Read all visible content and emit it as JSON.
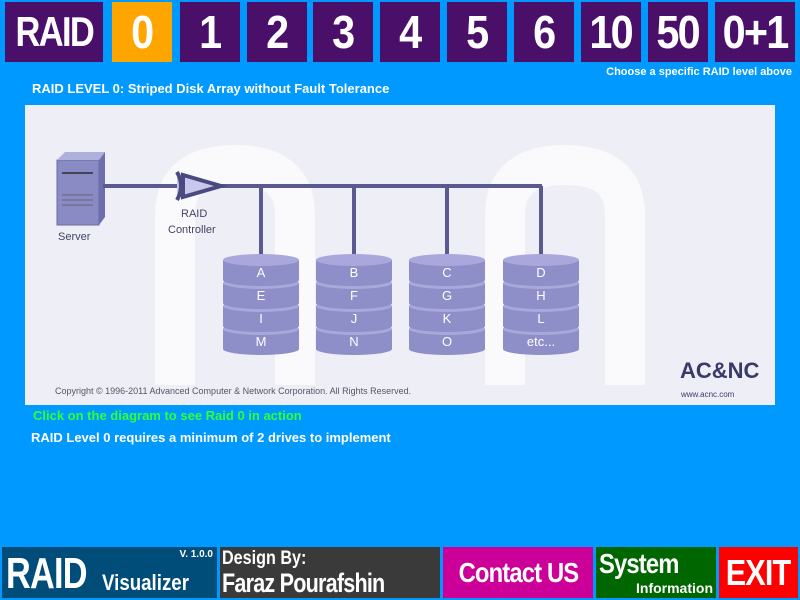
{
  "levels": {
    "title": "RAID",
    "items": [
      "0",
      "1",
      "2",
      "3",
      "4",
      "5",
      "6",
      "10",
      "50",
      "0+1"
    ],
    "selected": "0"
  },
  "hint": "Choose a specific RAID level above",
  "page_title": "RAID LEVEL 0:  Striped Disk Array without Fault Tolerance",
  "diagram": {
    "server_label": "Server",
    "controller_label_1": "RAID",
    "controller_label_2": "Controller",
    "disks": [
      [
        "A",
        "E",
        "I",
        "M"
      ],
      [
        "B",
        "F",
        "J",
        "N"
      ],
      [
        "C",
        "G",
        "K",
        "O"
      ],
      [
        "D",
        "H",
        "L",
        "etc..."
      ]
    ],
    "copyright": "Copyright © 1996-2011 Advanced Computer & Network Corporation. All Rights Reserved.",
    "logo": "AC&NC",
    "logo_url": "www.acnc.com"
  },
  "click_hint": "Click on the diagram to see Raid 0 in action",
  "requirement": "RAID Level 0 requires a minimum of 2 drives to implement",
  "footer": {
    "app_name": "RAID",
    "app_sub": "Visualizer",
    "version": "V. 1.0.0",
    "design_by": "Design By:",
    "author": "Faraz Pourafshin",
    "contact": "Contact US",
    "system": "System",
    "system_sub": "Information",
    "exit": "EXIT"
  },
  "colors": {
    "background": "#0099ff",
    "level_button": "#4a0f68",
    "selected": "#ffa500",
    "disk": "#9a9ad0"
  }
}
